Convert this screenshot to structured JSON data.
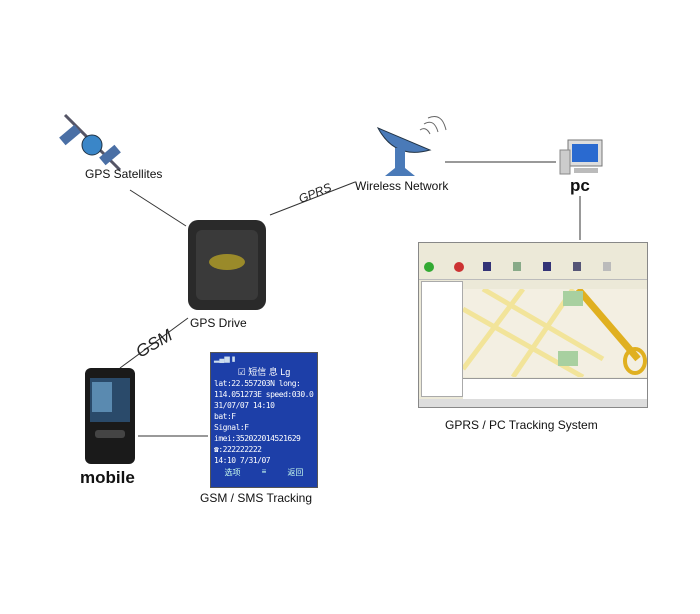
{
  "nodes": {
    "satellites": "GPS Satellites",
    "device": "GPS Drive",
    "wireless": "Wireless Network",
    "pc": "pc",
    "pc_system": "GPRS / PC Tracking System",
    "mobile": "mobile",
    "sms": "GSM / SMS Tracking"
  },
  "links": {
    "gprs": "GPRS",
    "gsm": "GSM"
  },
  "sms_screen": {
    "title": "☑ 短信 息 Lg",
    "lines": [
      "lat:22.557203N long:",
      "114.051273E speed:030.0",
      "31/07/07 14:10",
      "bat:F",
      "Signal:F",
      "imei:352022014521629",
      "☎:222222222",
      "14:10 7/31/07"
    ],
    "footer": [
      "选项",
      "≡",
      "返回"
    ]
  },
  "colors": {
    "sms_bg": "#1d3fa8",
    "route": "#e0b020",
    "map_bg": "#f3efe2"
  }
}
